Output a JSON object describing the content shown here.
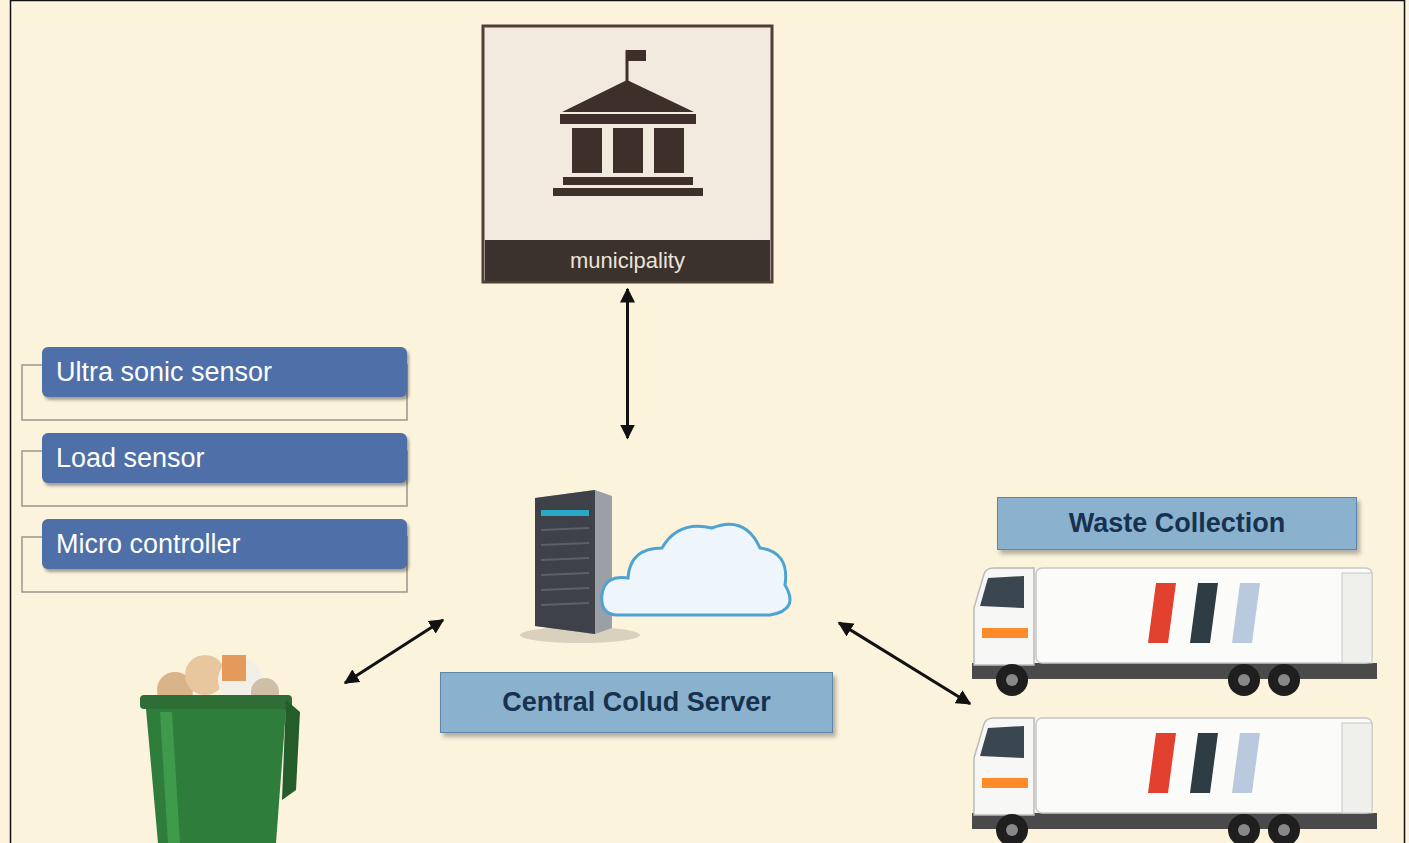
{
  "diagram": {
    "nodes": [
      {
        "text": [
          "municipality"
        ]
      },
      {
        "text": [
          "Ultra sonic sensor"
        ]
      },
      {
        "text": [
          "Load sensor"
        ]
      },
      {
        "text": [
          "Micro controller"
        ]
      },
      {
        "text": [
          "Central Colud Server"
        ]
      },
      {
        "text": [
          "Waste Collection"
        ]
      }
    ],
    "edges": [
      {
        "from": 0,
        "to": 4,
        "arrow": "both"
      },
      {
        "from": 4,
        "to": 5,
        "arrow": "both"
      }
    ]
  }
}
